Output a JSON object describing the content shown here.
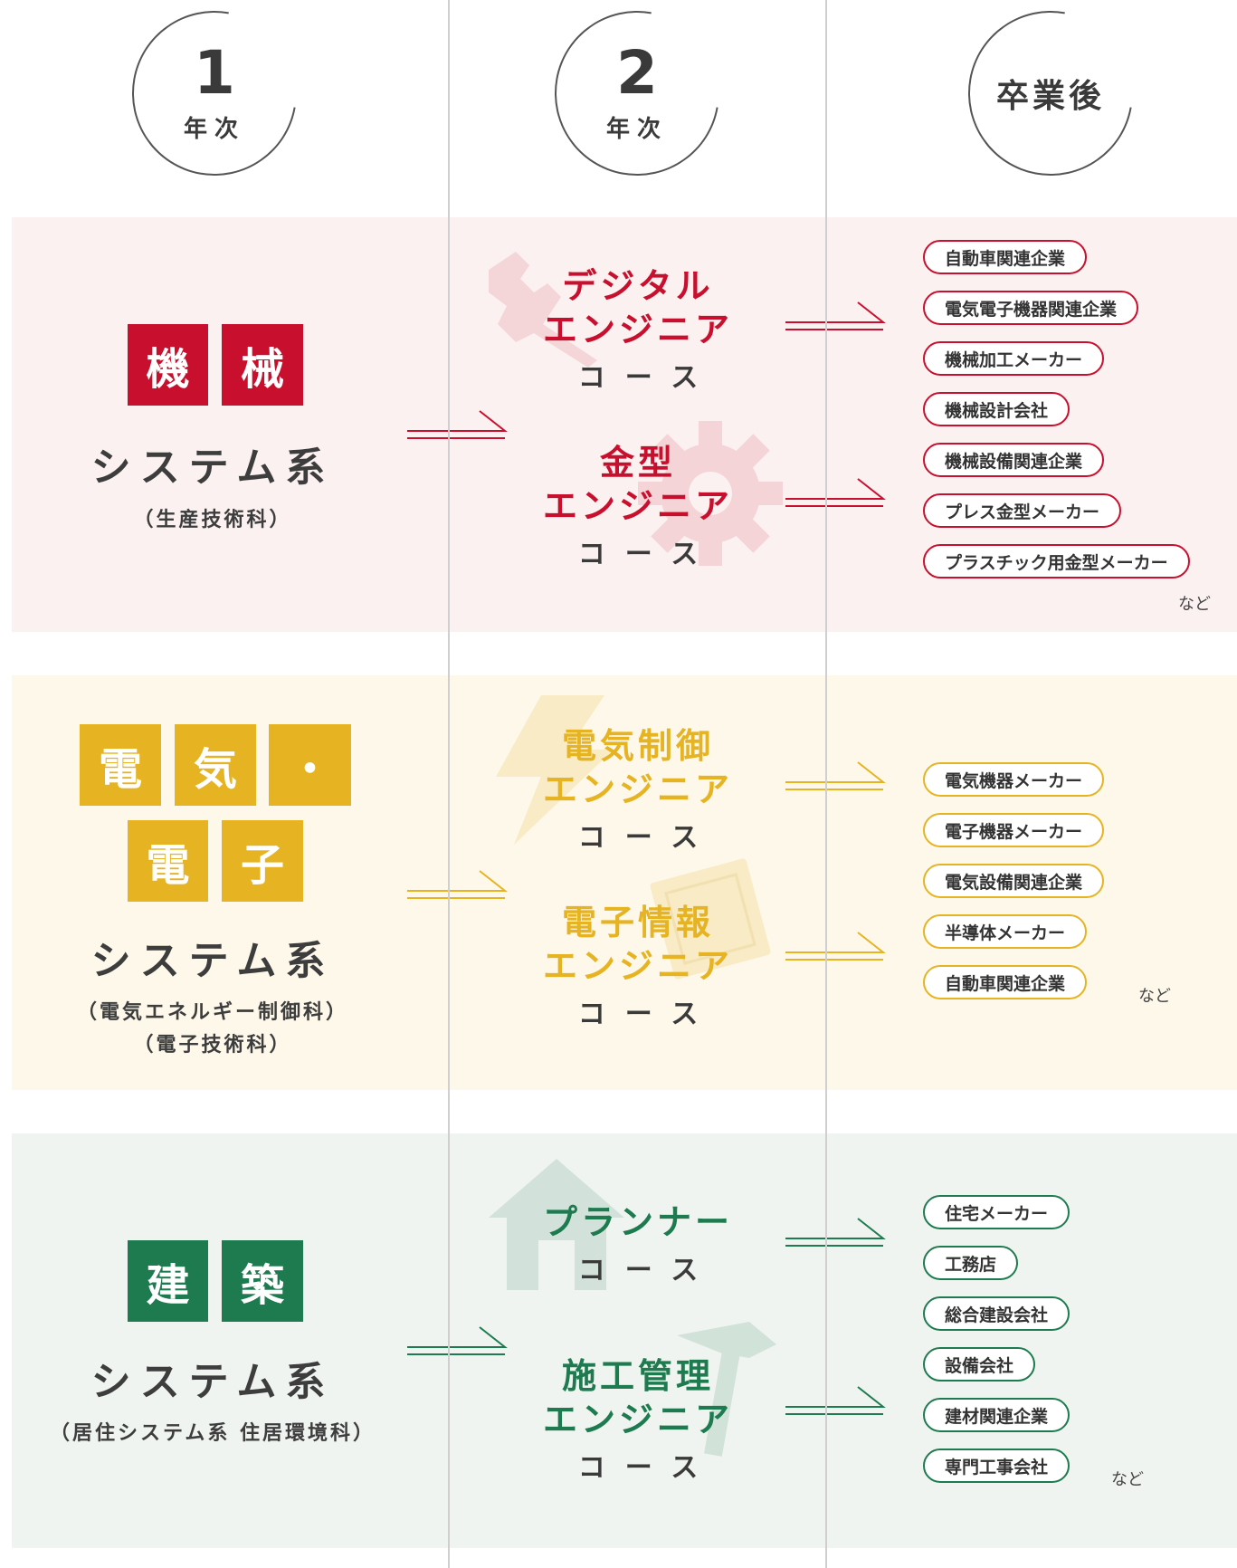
{
  "headers": {
    "year1": {
      "num": "1",
      "label": "年次"
    },
    "year2": {
      "num": "2",
      "label": "年次"
    },
    "after": {
      "label": "卒業後"
    }
  },
  "sections": {
    "mech": {
      "color": "#c8102e",
      "bg": "#fbf1f0",
      "kanji": [
        "機",
        "械"
      ],
      "system": "システム系",
      "dept": [
        "（生産技術科）"
      ],
      "courses": [
        {
          "lines": [
            "デジタル",
            "エンジニア"
          ],
          "ko": "コース"
        },
        {
          "lines": [
            "金型",
            "エンジニア"
          ],
          "ko": "コース"
        }
      ],
      "careers": [
        "自動車関連企業",
        "電気電子機器関連企業",
        "機械加工メーカー",
        "機械設計会社",
        "機械設備関連企業",
        "プレス金型メーカー",
        "プラスチック用金型メーカー"
      ],
      "nado": "など",
      "icons": [
        "wrench-icon",
        "gear-icon"
      ]
    },
    "elec": {
      "color": "#e6b422",
      "bg": "#fdf8ea",
      "kanji": [
        "電",
        "気",
        "・",
        "電",
        "子"
      ],
      "system": "システム系",
      "dept": [
        "（電気エネルギー制御科）",
        "（電子技術科）"
      ],
      "courses": [
        {
          "lines": [
            "電気制御",
            "エンジニア"
          ],
          "ko": "コース"
        },
        {
          "lines": [
            "電子情報",
            "エンジニア"
          ],
          "ko": "コース"
        }
      ],
      "careers": [
        "電気機器メーカー",
        "電子機器メーカー",
        "電気設備関連企業",
        "半導体メーカー",
        "自動車関連企業"
      ],
      "nado": "など",
      "icons": [
        "lightning-icon",
        "chip-icon"
      ]
    },
    "arch": {
      "color": "#1e7b4f",
      "bg": "#f0f4f1",
      "kanji": [
        "建",
        "築"
      ],
      "system": "システム系",
      "dept": [
        "（居住システム系 住居環境科）"
      ],
      "courses": [
        {
          "lines": [
            "プランナー"
          ],
          "ko": "コース"
        },
        {
          "lines": [
            "施工管理",
            "エンジニア"
          ],
          "ko": "コース"
        }
      ],
      "careers": [
        "住宅メーカー",
        "工務店",
        "総合建設会社",
        "設備会社",
        "建材関連企業",
        "専門工事会社"
      ],
      "nado": "など",
      "icons": [
        "house-icon",
        "hammer-icon"
      ]
    }
  }
}
